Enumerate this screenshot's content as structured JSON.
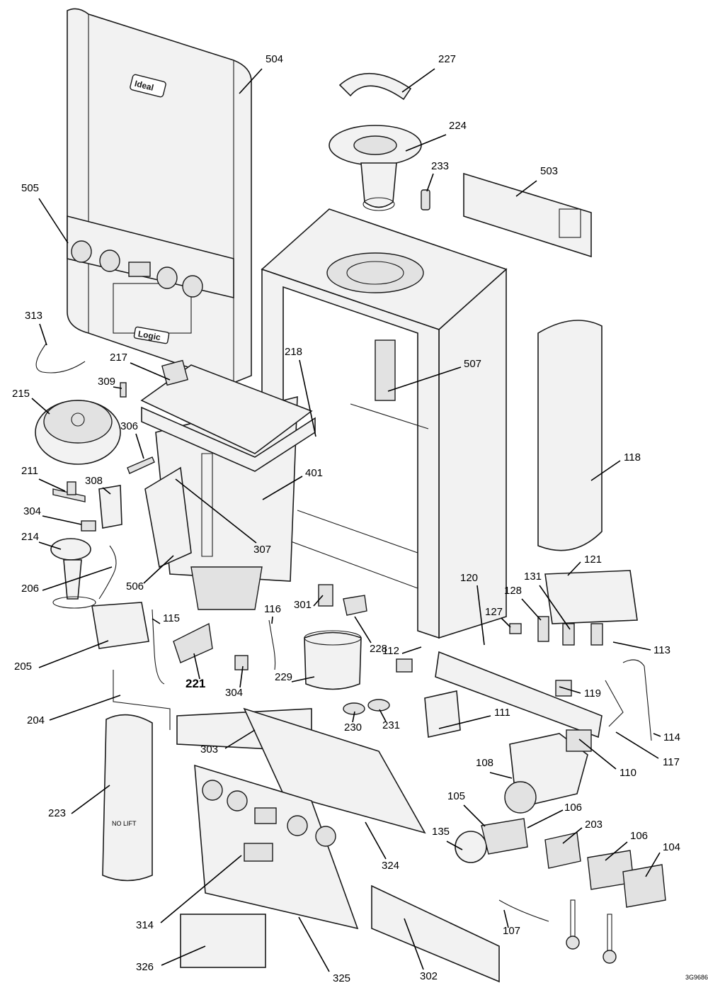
{
  "diagram": {
    "drawing_code": "3G9686",
    "brand_text": "Ideal",
    "model_text": "Logic",
    "lift_text": "NO LIFT",
    "callouts": [
      {
        "id": "c504",
        "number": "504"
      },
      {
        "id": "c227",
        "number": "227"
      },
      {
        "id": "c224",
        "number": "224"
      },
      {
        "id": "c233",
        "number": "233"
      },
      {
        "id": "c503",
        "number": "503"
      },
      {
        "id": "c505",
        "number": "505"
      },
      {
        "id": "c313",
        "number": "313"
      },
      {
        "id": "c217",
        "number": "217"
      },
      {
        "id": "c309",
        "number": "309"
      },
      {
        "id": "c218",
        "number": "218"
      },
      {
        "id": "c507",
        "number": "507"
      },
      {
        "id": "c215",
        "number": "215"
      },
      {
        "id": "c306",
        "number": "306"
      },
      {
        "id": "c118",
        "number": "118"
      },
      {
        "id": "c211",
        "number": "211"
      },
      {
        "id": "c308",
        "number": "308"
      },
      {
        "id": "c401",
        "number": "401"
      },
      {
        "id": "c304a",
        "number": "304"
      },
      {
        "id": "c214",
        "number": "214"
      },
      {
        "id": "c307",
        "number": "307"
      },
      {
        "id": "c506",
        "number": "506"
      },
      {
        "id": "c206",
        "number": "206"
      },
      {
        "id": "c121",
        "number": "121"
      },
      {
        "id": "c120",
        "number": "120"
      },
      {
        "id": "c131",
        "number": "131"
      },
      {
        "id": "c128",
        "number": "128"
      },
      {
        "id": "c301",
        "number": "301"
      },
      {
        "id": "c116",
        "number": "116"
      },
      {
        "id": "c127",
        "number": "127"
      },
      {
        "id": "c115",
        "number": "115"
      },
      {
        "id": "c228",
        "number": "228"
      },
      {
        "id": "c112",
        "number": "112"
      },
      {
        "id": "c113",
        "number": "113"
      },
      {
        "id": "c205",
        "number": "205"
      },
      {
        "id": "c221",
        "number": "221"
      },
      {
        "id": "c304b",
        "number": "304"
      },
      {
        "id": "c229",
        "number": "229"
      },
      {
        "id": "c119",
        "number": "119"
      },
      {
        "id": "c204",
        "number": "204"
      },
      {
        "id": "c230",
        "number": "230"
      },
      {
        "id": "c231",
        "number": "231"
      },
      {
        "id": "c111",
        "number": "111"
      },
      {
        "id": "c114",
        "number": "114"
      },
      {
        "id": "c303",
        "number": "303"
      },
      {
        "id": "c117",
        "number": "117"
      },
      {
        "id": "c110",
        "number": "110"
      },
      {
        "id": "c108",
        "number": "108"
      },
      {
        "id": "c223",
        "number": "223"
      },
      {
        "id": "c105",
        "number": "105"
      },
      {
        "id": "c106a",
        "number": "106"
      },
      {
        "id": "c203",
        "number": "203"
      },
      {
        "id": "c135",
        "number": "135"
      },
      {
        "id": "c106b",
        "number": "106"
      },
      {
        "id": "c104",
        "number": "104"
      },
      {
        "id": "c324",
        "number": "324"
      },
      {
        "id": "c314",
        "number": "314"
      },
      {
        "id": "c107",
        "number": "107"
      },
      {
        "id": "c326",
        "number": "326"
      },
      {
        "id": "c325",
        "number": "325"
      },
      {
        "id": "c302",
        "number": "302"
      }
    ]
  }
}
